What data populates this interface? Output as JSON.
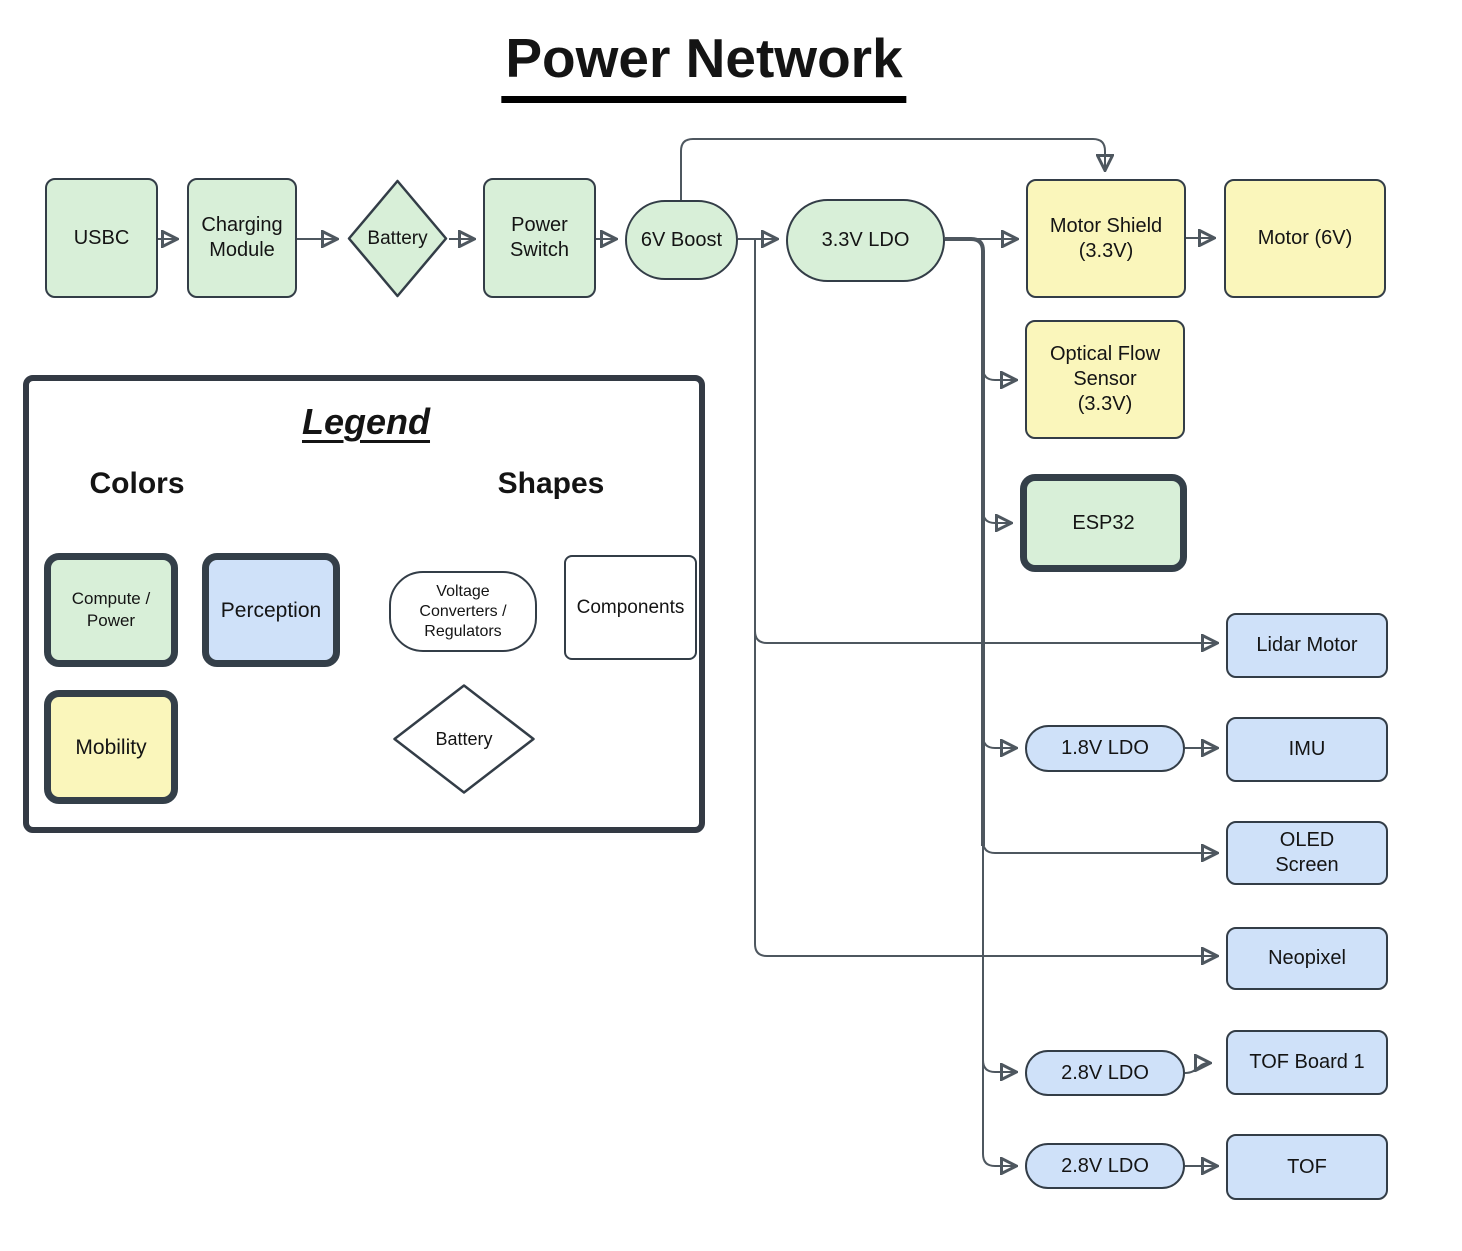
{
  "title": "Power Network",
  "nodes": {
    "usbc": "USBC",
    "charging_module": "Charging\nModule",
    "battery": "Battery",
    "power_switch": "Power\nSwitch",
    "boost_6v": "6V Boost",
    "ldo_3v3": "3.3V LDO",
    "motor_shield": "Motor Shield\n(3.3V)",
    "motor": "Motor (6V)",
    "optical_flow": "Optical Flow\nSensor\n(3.3V)",
    "esp32": "ESP32",
    "lidar_motor": "Lidar Motor",
    "ldo_1v8": "1.8V LDO",
    "imu": "IMU",
    "oled_screen": "OLED\nScreen",
    "neopixel": "Neopixel",
    "ldo_2v8_a": "2.8V LDO",
    "tof_board_1": "TOF Board 1",
    "ldo_2v8_b": "2.8V LDO",
    "tof": "TOF"
  },
  "legend": {
    "title": "Legend",
    "colors_heading": "Colors",
    "shapes_heading": "Shapes",
    "compute_power": "Compute /\nPower",
    "perception": "Perception",
    "mobility": "Mobility",
    "voltage_converters": "Voltage\nConverters /\nRegulators",
    "components": "Components",
    "battery": "Battery"
  },
  "colors": {
    "compute_power_fill": "#d8efd8",
    "perception_fill": "#cfe1f9",
    "mobility_fill": "#faf6bb",
    "node_border": "#333d47",
    "thick_border": "#343f49",
    "legend_border": "#333a44",
    "edge": "#4e575f",
    "text": "#141414",
    "background": "#ffffff"
  }
}
